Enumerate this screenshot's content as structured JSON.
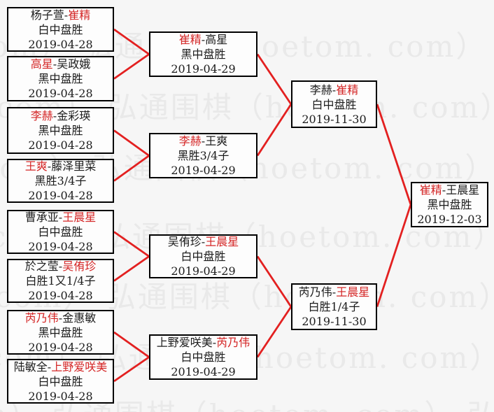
{
  "watermark": {
    "text": "弘通围棋（hoetom. com）"
  },
  "separator": "-",
  "colors": {
    "line_red": "#e32020",
    "winner_red": "#d42525",
    "border_black": "#000000",
    "watermark_gray": "#e9e9e9",
    "background": "#f6f6f6"
  },
  "matches": [
    {
      "id": "r16_1",
      "players": [
        "杨子萱",
        "崔精"
      ],
      "winner": 1,
      "result": "白中盘胜",
      "date": "2019-04-28"
    },
    {
      "id": "r16_2",
      "players": [
        "高星",
        "吴政娥"
      ],
      "winner": 0,
      "result": "黑中盘胜",
      "date": "2019-04-28"
    },
    {
      "id": "r16_3",
      "players": [
        "李赫",
        "金彩瑛"
      ],
      "winner": 0,
      "result": "黑中盘胜",
      "date": "2019-04-28"
    },
    {
      "id": "r16_4",
      "players": [
        "王爽",
        "藤泽里菜"
      ],
      "winner": 0,
      "result": "黑胜3/4子",
      "date": "2019-04-28"
    },
    {
      "id": "r16_5",
      "players": [
        "曹承亚",
        "王晨星"
      ],
      "winner": 1,
      "result": "白中盘胜",
      "date": "2019-04-28"
    },
    {
      "id": "r16_6",
      "players": [
        "於之莹",
        "吴侑珍"
      ],
      "winner": 1,
      "result": "白胜1又1/4子",
      "date": "2019-04-28"
    },
    {
      "id": "r16_7",
      "players": [
        "芮乃伟",
        "金惠敏"
      ],
      "winner": 0,
      "result": "黑中盘胜",
      "date": "2019-04-28"
    },
    {
      "id": "r16_8",
      "players": [
        "陆敏全",
        "上野爱咲美"
      ],
      "winner": 1,
      "result": "白中盘胜",
      "date": "2019-04-28"
    },
    {
      "id": "qf_1",
      "players": [
        "崔精",
        "高星"
      ],
      "winner": 0,
      "result": "黑中盘胜",
      "date": "2019-04-29"
    },
    {
      "id": "qf_2",
      "players": [
        "李赫",
        "王爽"
      ],
      "winner": 0,
      "result": "黑胜3/4子",
      "date": "2019-04-29"
    },
    {
      "id": "qf_3",
      "players": [
        "吴侑珍",
        "王晨星"
      ],
      "winner": 1,
      "result": "白中盘胜",
      "date": "2019-04-29"
    },
    {
      "id": "qf_4",
      "players": [
        "上野爱咲美",
        "芮乃伟"
      ],
      "winner": 1,
      "result": "白中盘胜",
      "date": "2019-04-29"
    },
    {
      "id": "sf_1",
      "players": [
        "李赫",
        "崔精"
      ],
      "winner": 1,
      "result": "白中盘胜",
      "date": "2019-11-30"
    },
    {
      "id": "sf_2",
      "players": [
        "芮乃伟",
        "王晨星"
      ],
      "winner": 1,
      "result": "白胜1/4子",
      "date": "2019-11-30"
    },
    {
      "id": "f_1",
      "players": [
        "崔精",
        "王晨星"
      ],
      "winner": 0,
      "result": "黑中盘胜",
      "date": "2019-12-03"
    }
  ],
  "connections": [
    {
      "from": [
        "r16_1",
        "r16_2"
      ],
      "to": "qf_1"
    },
    {
      "from": [
        "r16_3",
        "r16_4"
      ],
      "to": "qf_2"
    },
    {
      "from": [
        "r16_5",
        "r16_6"
      ],
      "to": "qf_3"
    },
    {
      "from": [
        "r16_7",
        "r16_8"
      ],
      "to": "qf_4"
    },
    {
      "from": [
        "qf_1",
        "qf_2"
      ],
      "to": "sf_1"
    },
    {
      "from": [
        "qf_3",
        "qf_4"
      ],
      "to": "sf_2"
    },
    {
      "from": [
        "sf_1",
        "sf_2"
      ],
      "to": "f_1"
    }
  ]
}
